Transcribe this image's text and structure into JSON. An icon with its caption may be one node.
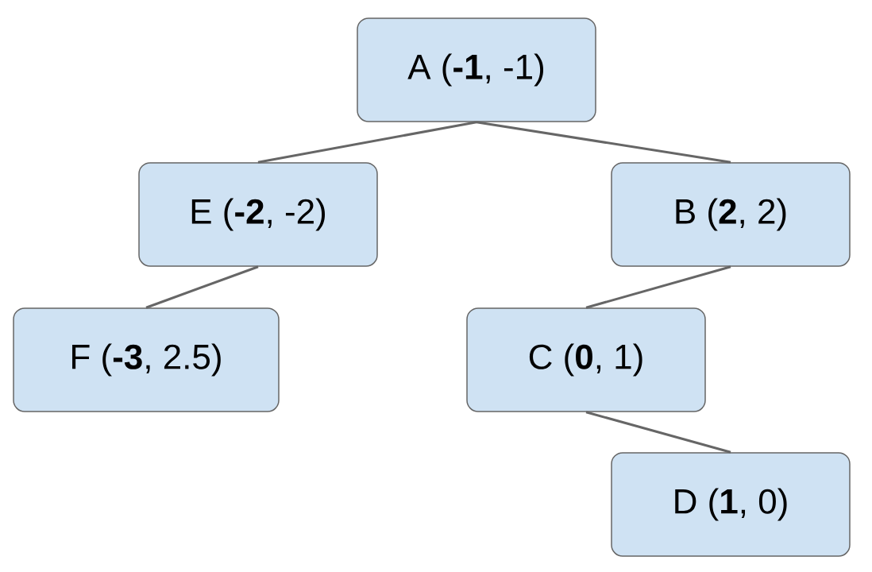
{
  "diagram": {
    "nodes": [
      {
        "text": [
          "A (**-1**, -1)"
        ]
      },
      {
        "text": [
          "E (**-2**, -2)"
        ]
      },
      {
        "text": [
          "B (**2**, 2)"
        ]
      },
      {
        "text": [
          "F (**-3**, 2.5)"
        ]
      },
      {
        "text": [
          "C (**0**, 1)"
        ]
      },
      {
        "text": [
          "D (**1**, 0)"
        ]
      }
    ],
    "edges": [
      {
        "from": 0,
        "to": 1,
        "arrow": "none"
      },
      {
        "from": 0,
        "to": 2,
        "arrow": "none"
      },
      {
        "from": 1,
        "to": 3,
        "arrow": "none"
      },
      {
        "from": 2,
        "to": 4,
        "arrow": "none"
      },
      {
        "from": 4,
        "to": 5,
        "arrow": "none"
      }
    ]
  }
}
